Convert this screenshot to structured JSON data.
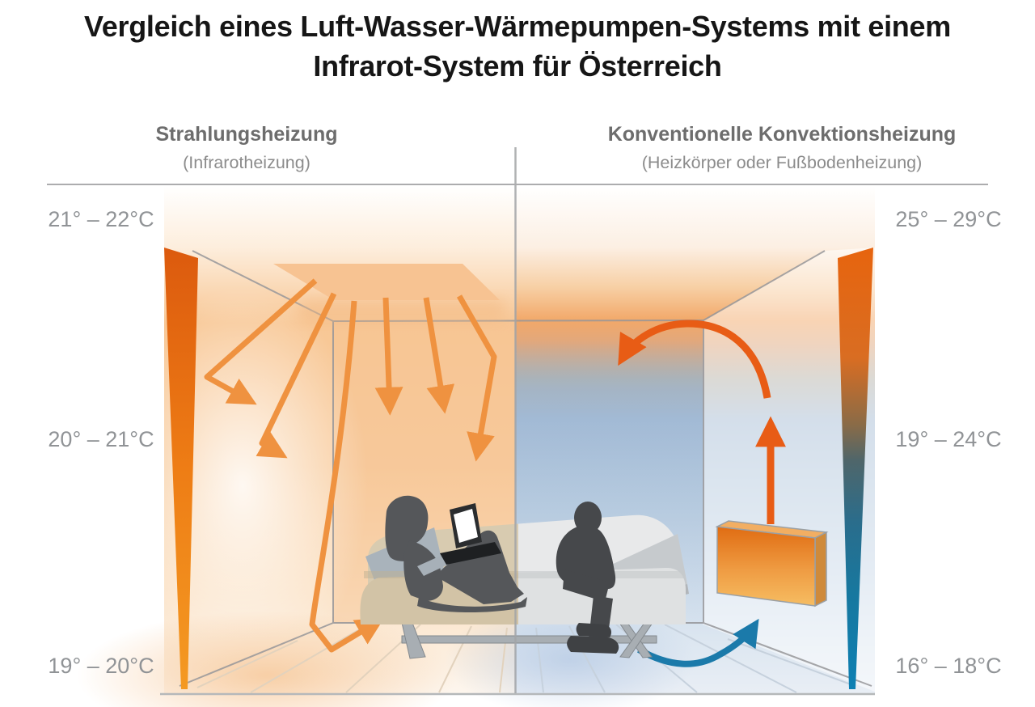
{
  "title": {
    "line1": "Vergleich eines Luft-Wasser-Wärmepumpen-Systems mit einem",
    "line2": "Infrarot-System für Österreich"
  },
  "columns": {
    "left": {
      "heading": "Strahlungsheizung",
      "subheading": "(Infrarotheizung)",
      "temps": {
        "ceiling": "21° – 22°C",
        "middle": "20° – 21°C",
        "floor": "19° – 20°C"
      }
    },
    "right": {
      "heading": "Konventionelle Konvektionsheizung",
      "subheading": "(Heizkörper oder Fußbodenheizung)",
      "temps": {
        "ceiling": "25° – 29°C",
        "middle": "19° – 24°C",
        "floor": "16° – 18°C"
      }
    }
  },
  "colors": {
    "radiant_arrow_orange": "#ef9240",
    "convection_arrow_orange": "#e85c15",
    "cold_air_arrow_blue": "#1b7aaa",
    "gradient_bar_hot": "#e06010",
    "gradient_bar_cold": "#0d80b4",
    "room_warm_tint": "#f8cda0",
    "room_cool_tint": "#aec5de",
    "label_gray": "#909396",
    "title_black": "#161616"
  }
}
